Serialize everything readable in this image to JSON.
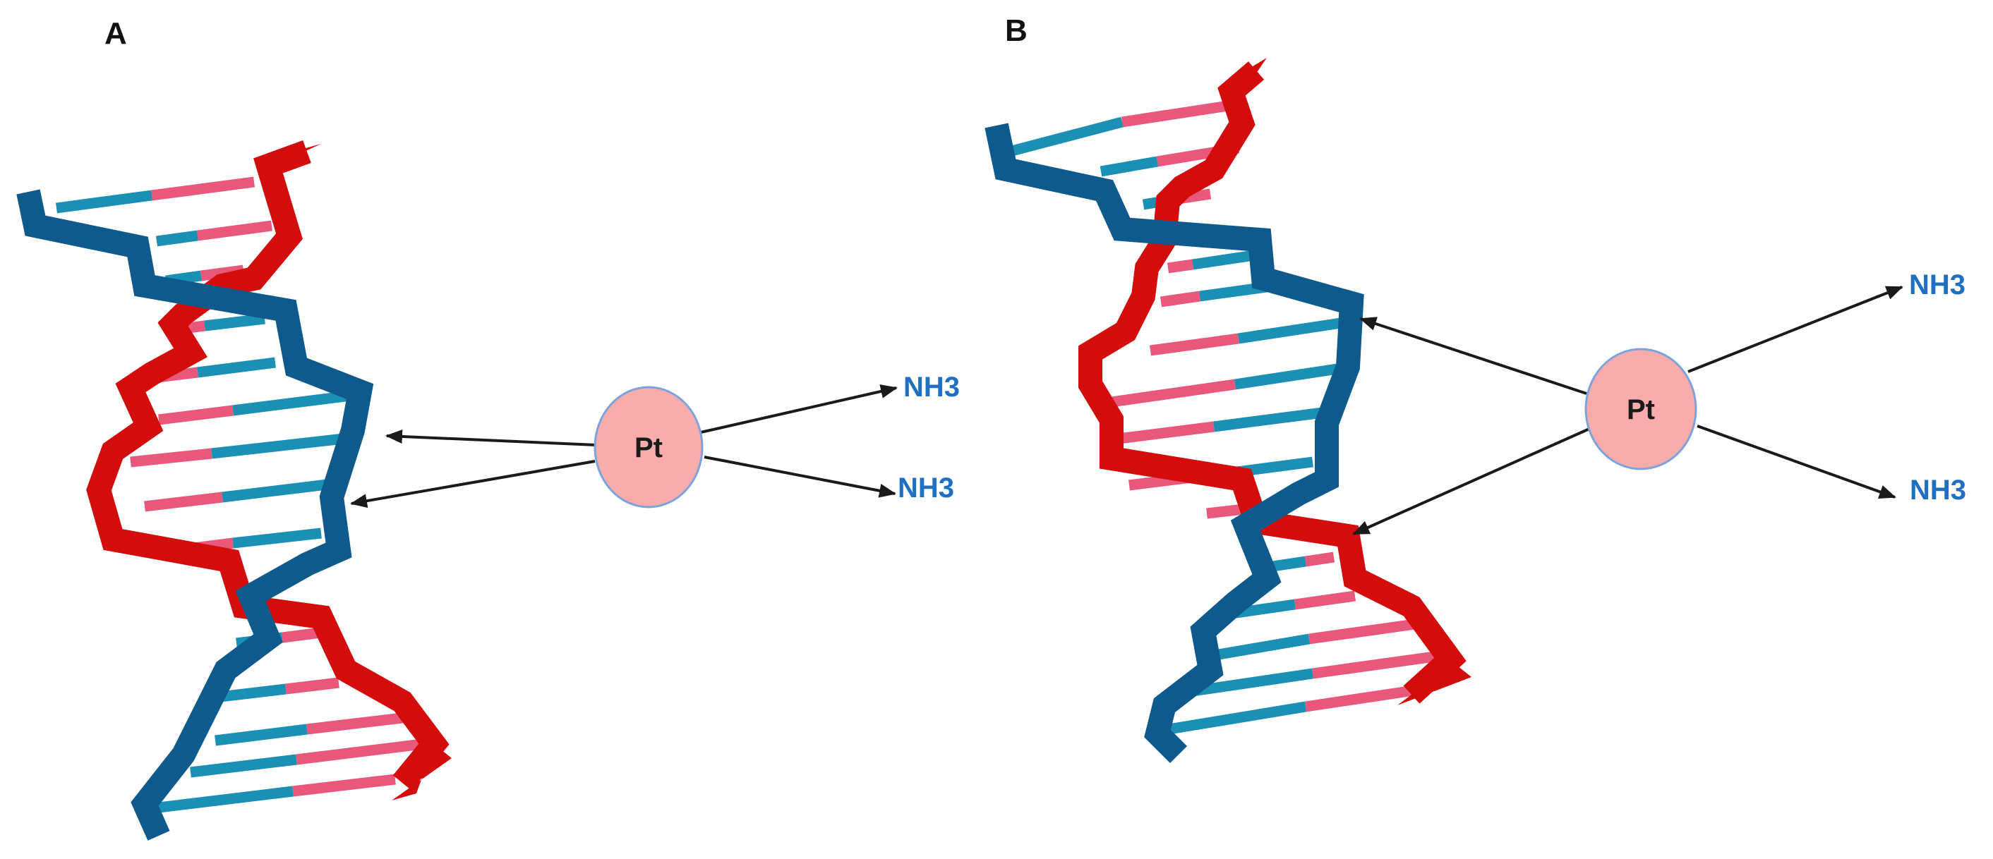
{
  "panels": [
    {
      "label": "A",
      "metal": {
        "label": "Pt"
      },
      "ligands": [
        {
          "label": "NH3"
        },
        {
          "label": "NH3"
        }
      ]
    },
    {
      "label": "B",
      "metal": {
        "label": "Pt"
      },
      "ligands": [
        {
          "label": "NH3"
        },
        {
          "label": "NH3"
        }
      ]
    }
  ],
  "colors": {
    "strand_blue": "#0f5a8c",
    "strand_red": "#d30c0c",
    "base_teal": "#1b90b5",
    "base_pink": "#e9587a",
    "platinum_fill": "#f8acac",
    "platinum_stroke": "#7ea3dc",
    "ligand_text": "#1f6fc3",
    "arrow": "#1a1a1a"
  }
}
